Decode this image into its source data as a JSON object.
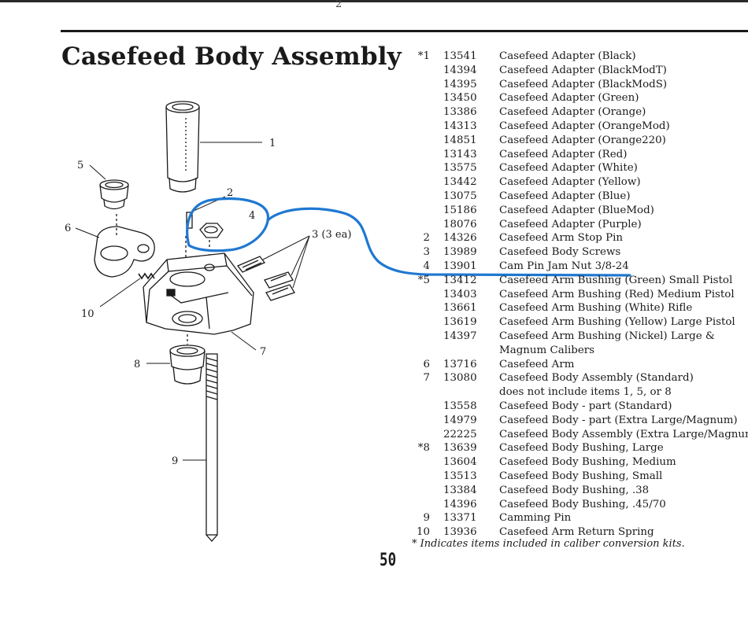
{
  "page": {
    "top_fragment": "2",
    "title": "Casefeed Body Assembly",
    "page_number": "50",
    "footnote": "* Indicates items included in caliber conversion kits."
  },
  "callouts": {
    "c1": "1",
    "c2": "2",
    "c3": "3 (3 ea)",
    "c4": "4",
    "c5": "5",
    "c6": "6",
    "c7": "7",
    "c8": "8",
    "c9": "9",
    "c10": "10"
  },
  "annotation": {
    "color": "#1f78d1"
  },
  "parts": [
    {
      "item": "*1",
      "part": "13541",
      "desc": "Casefeed Adapter (Black)"
    },
    {
      "item": "",
      "part": "14394",
      "desc": "Casefeed Adapter (BlackModT)"
    },
    {
      "item": "",
      "part": "14395",
      "desc": "Casefeed Adapter (BlackModS)"
    },
    {
      "item": "",
      "part": "13450",
      "desc": "Casefeed Adapter (Green)"
    },
    {
      "item": "",
      "part": "13386",
      "desc": "Casefeed Adapter (Orange)"
    },
    {
      "item": "",
      "part": "14313",
      "desc": "Casefeed Adapter (OrangeMod)"
    },
    {
      "item": "",
      "part": "14851",
      "desc": "Casefeed Adapter (Orange220)"
    },
    {
      "item": "",
      "part": "13143",
      "desc": "Casefeed Adapter (Red)"
    },
    {
      "item": "",
      "part": "13575",
      "desc": "Casefeed Adapter (White)"
    },
    {
      "item": "",
      "part": "13442",
      "desc": "Casefeed Adapter (Yellow)"
    },
    {
      "item": "",
      "part": "13075",
      "desc": "Casefeed Adapter (Blue)"
    },
    {
      "item": "",
      "part": "15186",
      "desc": "Casefeed Adapter (BlueMod)"
    },
    {
      "item": "",
      "part": "18076",
      "desc": "Casefeed Adapter (Purple)"
    },
    {
      "item": "2",
      "part": "14326",
      "desc": "Casefeed Arm Stop Pin"
    },
    {
      "item": "3",
      "part": "13989",
      "desc": "Casefeed Body Screws"
    },
    {
      "item": "4",
      "part": "13901",
      "desc": "Cam Pin Jam Nut 3/8-24"
    },
    {
      "item": "*5",
      "part": "13412",
      "desc": "Casefeed Arm Bushing (Green) Small Pistol"
    },
    {
      "item": "",
      "part": "13403",
      "desc": "Casefeed Arm Bushing (Red) Medium Pistol"
    },
    {
      "item": "",
      "part": "13661",
      "desc": "Casefeed Arm Bushing (White) Rifle"
    },
    {
      "item": "",
      "part": "13619",
      "desc": "Casefeed Arm Bushing (Yellow) Large Pistol"
    },
    {
      "item": "",
      "part": "14397",
      "desc": "Casefeed Arm Bushing (Nickel) Large &"
    },
    {
      "item": "",
      "part": "",
      "desc": "Magnum Calibers"
    },
    {
      "item": "6",
      "part": "13716",
      "desc": "Casefeed Arm"
    },
    {
      "item": "7",
      "part": "13080",
      "desc": "Casefeed Body Assembly (Standard)"
    },
    {
      "item": "",
      "part": "",
      "desc": "does not include items 1, 5, or 8"
    },
    {
      "item": "",
      "part": "13558",
      "desc": "Casefeed Body - part (Standard)"
    },
    {
      "item": "",
      "part": "14979",
      "desc": "Casefeed Body - part (Extra Large/Magnum)"
    },
    {
      "item": "",
      "part": "22225",
      "desc": "Casefeed Body Assembly (Extra Large/Magnum)"
    },
    {
      "item": "*8",
      "part": "13639",
      "desc": "Casefeed Body Bushing, Large"
    },
    {
      "item": "",
      "part": "13604",
      "desc": "Casefeed Body Bushing, Medium"
    },
    {
      "item": "",
      "part": "13513",
      "desc": "Casefeed Body Bushing, Small"
    },
    {
      "item": "",
      "part": "13384",
      "desc": "Casefeed Body Bushing, .38"
    },
    {
      "item": "",
      "part": "14396",
      "desc": "Casefeed Body Bushing, .45/70"
    },
    {
      "item": "9",
      "part": "13371",
      "desc": "Camming Pin"
    },
    {
      "item": "10",
      "part": "13936",
      "desc": "Casefeed Arm Return Spring"
    }
  ]
}
